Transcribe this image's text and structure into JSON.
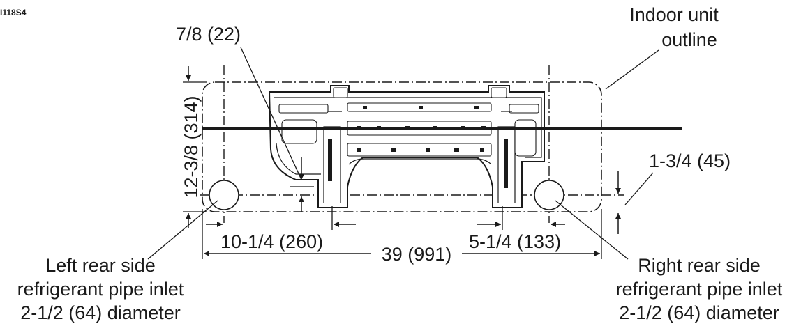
{
  "figure_code": "I118S4",
  "labels": {
    "indoor_unit_line1": "Indoor unit",
    "indoor_unit_line2": "outline",
    "top_dim": "7/8 (22)",
    "height_dim": "12-3/8 (314)",
    "right_offset_dim": "1-3/4 (45)",
    "left_pipe_dim": "10-1/4 (260)",
    "right_pipe_dim": "5-1/4 (133)",
    "overall_width_dim": "39 (991)",
    "left_inlet_line1": "Left rear side",
    "left_inlet_line2": "refrigerant pipe inlet",
    "left_inlet_line3": "2-1/2 (64) diameter",
    "right_inlet_line1": "Right rear side",
    "right_inlet_line2": "refrigerant pipe inlet",
    "right_inlet_line3": "2-1/2 (64) diameter"
  }
}
